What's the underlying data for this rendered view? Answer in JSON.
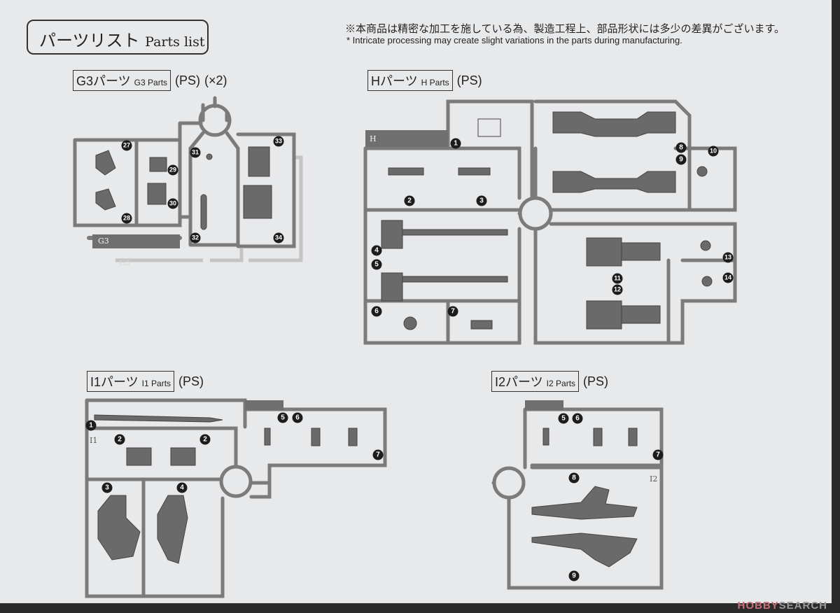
{
  "header": {
    "title_jp": "パーツリスト",
    "title_en": "Parts list",
    "note_jp": "※本商品は精密な加工を施している為、製造工程上、部品形状には多少の差異がございます。",
    "note_en": "* Intricate processing may create slight variations in the parts during manufacturing."
  },
  "sections": {
    "g3": {
      "jp": "G3パーツ",
      "en": "G3 Parts",
      "material": "(PS)",
      "qty": "(×2)",
      "tag": "G3",
      "tag_ghost": "G3",
      "numbers": [
        "27",
        "28",
        "29",
        "30",
        "31",
        "32",
        "33",
        "34"
      ]
    },
    "h": {
      "jp": "Hパーツ",
      "en": "H Parts",
      "material": "(PS)",
      "tag": "H",
      "numbers": [
        "1",
        "2",
        "3",
        "4",
        "5",
        "6",
        "7",
        "8",
        "9",
        "10",
        "11",
        "12",
        "13",
        "14"
      ]
    },
    "i1": {
      "jp": "I1パーツ",
      "en": "I1 Parts",
      "material": "(PS)",
      "tag": "I1",
      "numbers": [
        "1",
        "2",
        "2",
        "3",
        "4",
        "5",
        "6",
        "7"
      ]
    },
    "i2": {
      "jp": "I2パーツ",
      "en": "I2 Parts",
      "material": "(PS)",
      "tag": "I2",
      "numbers": [
        "5",
        "6",
        "7",
        "8",
        "9"
      ]
    }
  },
  "watermark": {
    "brand_a": "HOBBY",
    "brand_b": "SEARCH"
  },
  "colors": {
    "runner": "#7b7b7b",
    "part": "#6a6a6a",
    "ghost": "#c4c4c4",
    "page": "#e8e9eb"
  }
}
